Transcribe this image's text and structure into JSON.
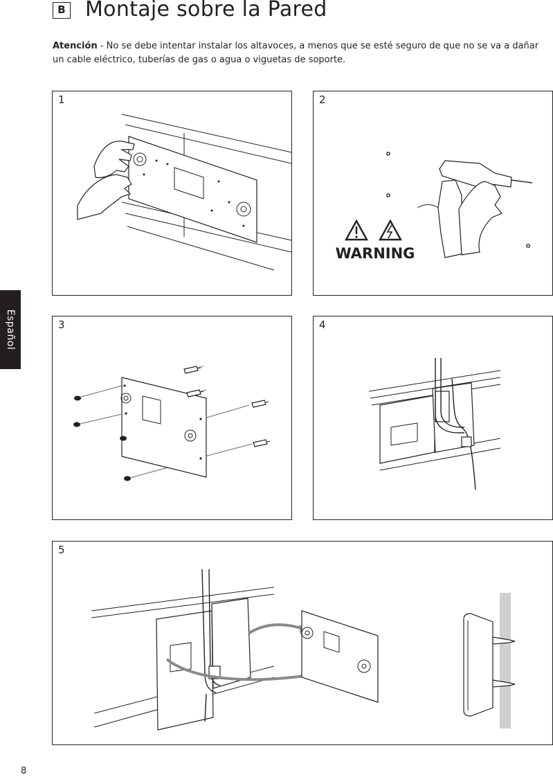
{
  "section": {
    "badge": "B",
    "title": "Montaje sobre la Pared"
  },
  "warning": {
    "label": "Atención",
    "text": " - No se debe intentar instalar los altavoces, a menos que se esté seguro de que no se va a dañar un cable eléctrico, tuberías de gas o agua o viguetas de soporte."
  },
  "side_tab": {
    "label": "Español"
  },
  "steps": [
    {
      "number": "1"
    },
    {
      "number": "2",
      "warning_label": "WARNING"
    },
    {
      "number": "3"
    },
    {
      "number": "4"
    },
    {
      "number": "5"
    }
  ],
  "page_number": "8"
}
